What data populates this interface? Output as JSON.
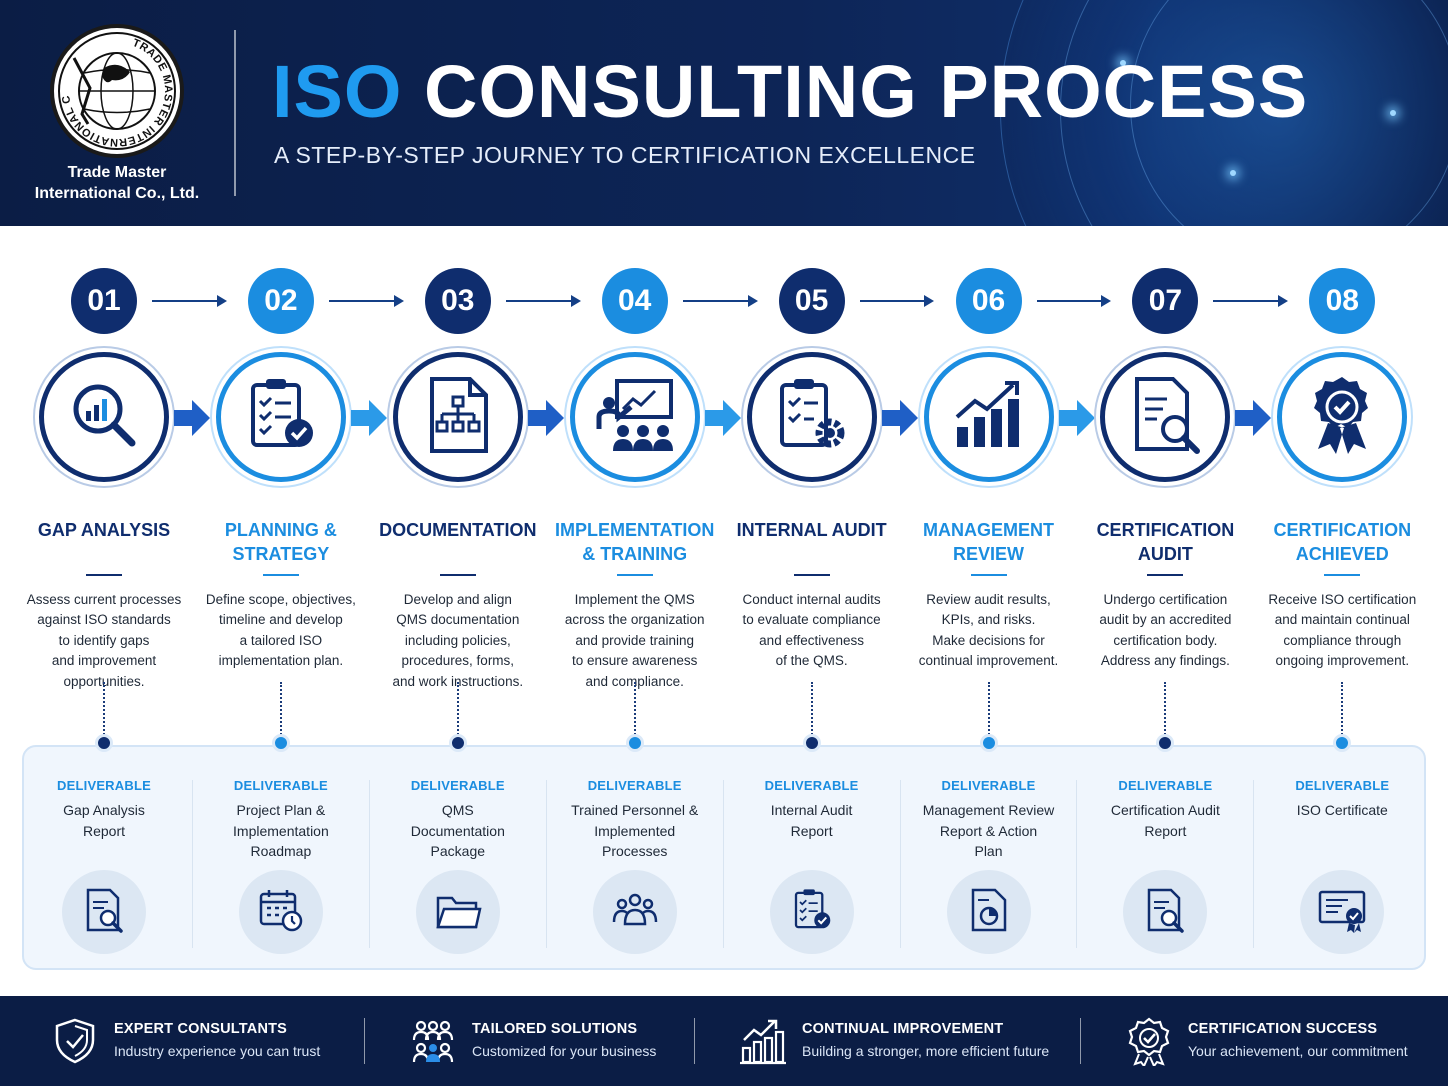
{
  "header": {
    "logo_text": "TRADE MASTER INTERNATIONAL CO., LTD.",
    "company_line1": "Trade Master",
    "company_line2": "International Co., Ltd.",
    "title_highlight": "ISO",
    "title_rest": "CONSULTING PROCESS",
    "subtitle": "A STEP-BY-STEP JOURNEY TO CERTIFICATION EXCELLENCE"
  },
  "colors": {
    "navy": "#0f2d6e",
    "sky": "#1b8de0",
    "header_bg": "#0b1d45",
    "panel_bg": "#f0f6fd"
  },
  "deliverable_label": "DELIVERABLE",
  "steps": [
    {
      "number": "01",
      "title": "GAP ANALYSIS",
      "description": "Assess current processes\nagainst ISO standards\nto identify gaps\nand improvement\nopportunities.",
      "deliverable": "Gap Analysis\nReport",
      "icon": "magnifier-chart-icon",
      "deliverable_icon": "report-search-icon",
      "tone": "navy"
    },
    {
      "number": "02",
      "title": "PLANNING &\nSTRATEGY",
      "description": "Define scope, objectives,\ntimeline and develop\na tailored ISO\nimplementation plan.",
      "deliverable": "Project Plan &\nImplementation\nRoadmap",
      "icon": "clipboard-check-icon",
      "deliverable_icon": "calendar-clock-icon",
      "tone": "sky"
    },
    {
      "number": "03",
      "title": "DOCUMENTATION",
      "description": "Develop and align\nQMS documentation\nincluding policies,\nprocedures, forms,\nand work instructions.",
      "deliverable": "QMS\nDocumentation\nPackage",
      "icon": "document-flowchart-icon",
      "deliverable_icon": "folder-icon",
      "tone": "navy"
    },
    {
      "number": "04",
      "title": "IMPLEMENTATION\n& TRAINING",
      "description": "Implement the QMS\nacross the organization\nand provide training\nto ensure awareness\nand compliance.",
      "deliverable": "Trained Personnel &\nImplemented\nProcesses",
      "icon": "training-presentation-icon",
      "deliverable_icon": "team-icon",
      "tone": "sky"
    },
    {
      "number": "05",
      "title": "INTERNAL AUDIT",
      "description": "Conduct internal audits\nto evaluate compliance\nand effectiveness\nof the QMS.",
      "deliverable": "Internal Audit\nReport",
      "icon": "clipboard-gear-icon",
      "deliverable_icon": "clipboard-check-icon",
      "tone": "navy"
    },
    {
      "number": "06",
      "title": "MANAGEMENT\nREVIEW",
      "description": "Review audit results,\nKPIs, and risks.\nMake decisions for\ncontinual improvement.",
      "deliverable": "Management Review\nReport & Action\nPlan",
      "icon": "growth-chart-icon",
      "deliverable_icon": "document-pie-icon",
      "tone": "sky"
    },
    {
      "number": "07",
      "title": "CERTIFICATION\nAUDIT",
      "description": "Undergo certification\naudit by an accredited\ncertification body.\nAddress any findings.",
      "deliverable": "Certification Audit\nReport",
      "icon": "document-search-icon",
      "deliverable_icon": "report-search-icon",
      "tone": "navy"
    },
    {
      "number": "08",
      "title": "CERTIFICATION\nACHIEVED",
      "description": "Receive ISO certification\nand maintain continual\ncompliance through\nongoing improvement.",
      "deliverable": "ISO Certificate",
      "icon": "award-badge-icon",
      "deliverable_icon": "certificate-icon",
      "tone": "sky"
    }
  ],
  "footer": [
    {
      "title": "EXPERT CONSULTANTS",
      "subtitle": "Industry experience you can trust",
      "icon": "shield-check-icon"
    },
    {
      "title": "TAILORED SOLUTIONS",
      "subtitle": "Customized for your business",
      "icon": "people-group-icon"
    },
    {
      "title": "CONTINUAL IMPROVEMENT",
      "subtitle": "Building a stronger, more efficient future",
      "icon": "bar-growth-icon"
    },
    {
      "title": "CERTIFICATION SUCCESS",
      "subtitle": "Your achievement, our commitment",
      "icon": "award-check-icon"
    }
  ]
}
